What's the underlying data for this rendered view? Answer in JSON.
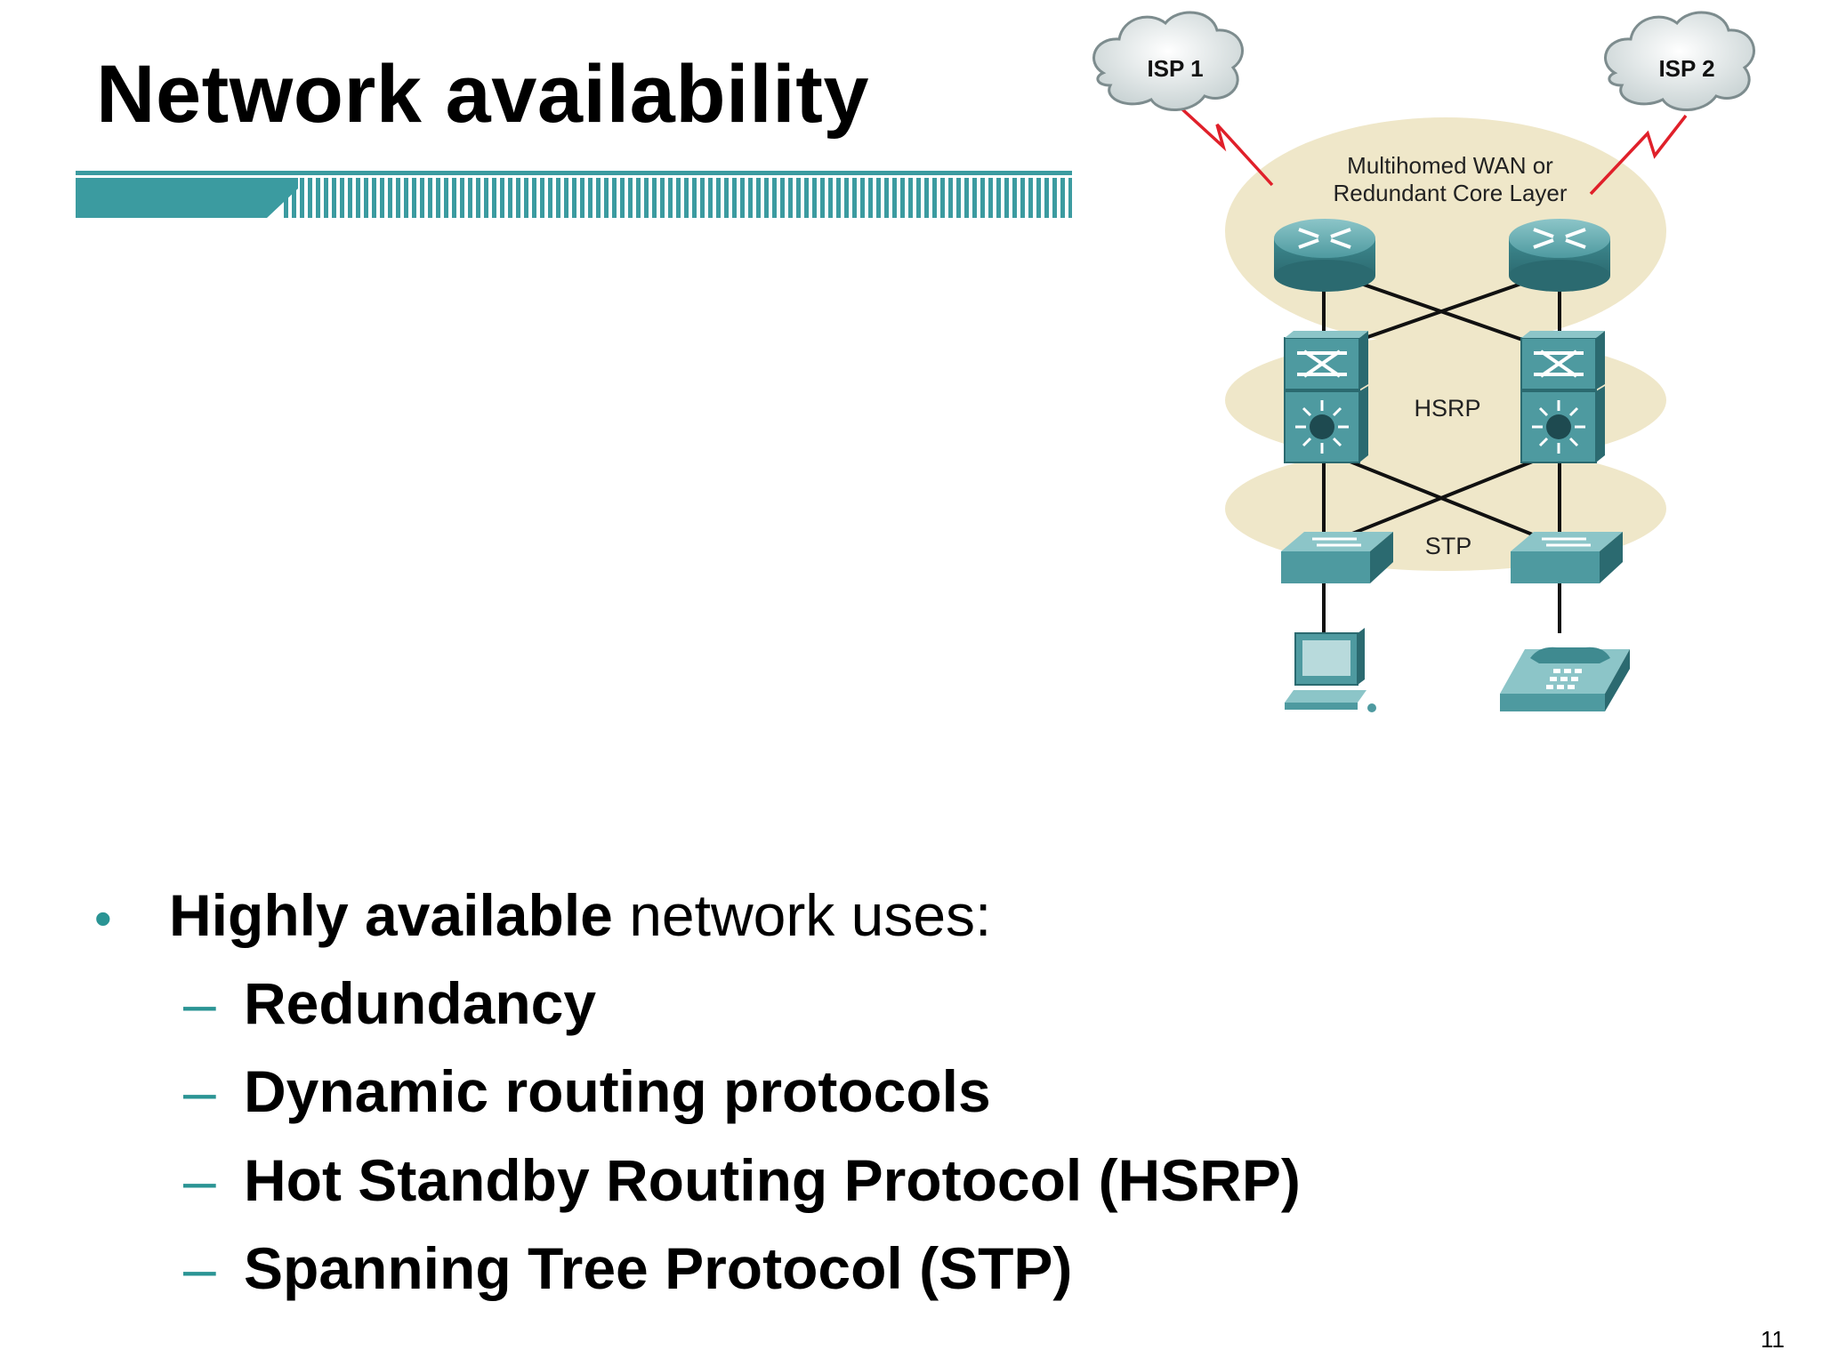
{
  "slide": {
    "title": "Network availability",
    "page_number": "11",
    "accent_color": "#3b9ba0"
  },
  "diagram": {
    "isp1_label": "ISP 1",
    "isp2_label": "ISP 2",
    "core_label_line1": "Multihomed WAN or",
    "core_label_line2": "Redundant Core Layer",
    "hsrp_label": "HSRP",
    "stp_label": "STP",
    "icons": [
      "cloud-icon",
      "router-icon",
      "multilayer-switch-icon",
      "workgroup-switch-icon",
      "pc-icon",
      "ip-phone-icon",
      "serial-link-icon"
    ]
  },
  "bullets": {
    "main_bold": "Highly available",
    "main_rest": " network uses:",
    "sub_items": [
      "Redundancy",
      "Dynamic routing protocols",
      "Hot Standby Routing Protocol (HSRP)",
      "Spanning Tree Protocol (STP)"
    ]
  }
}
